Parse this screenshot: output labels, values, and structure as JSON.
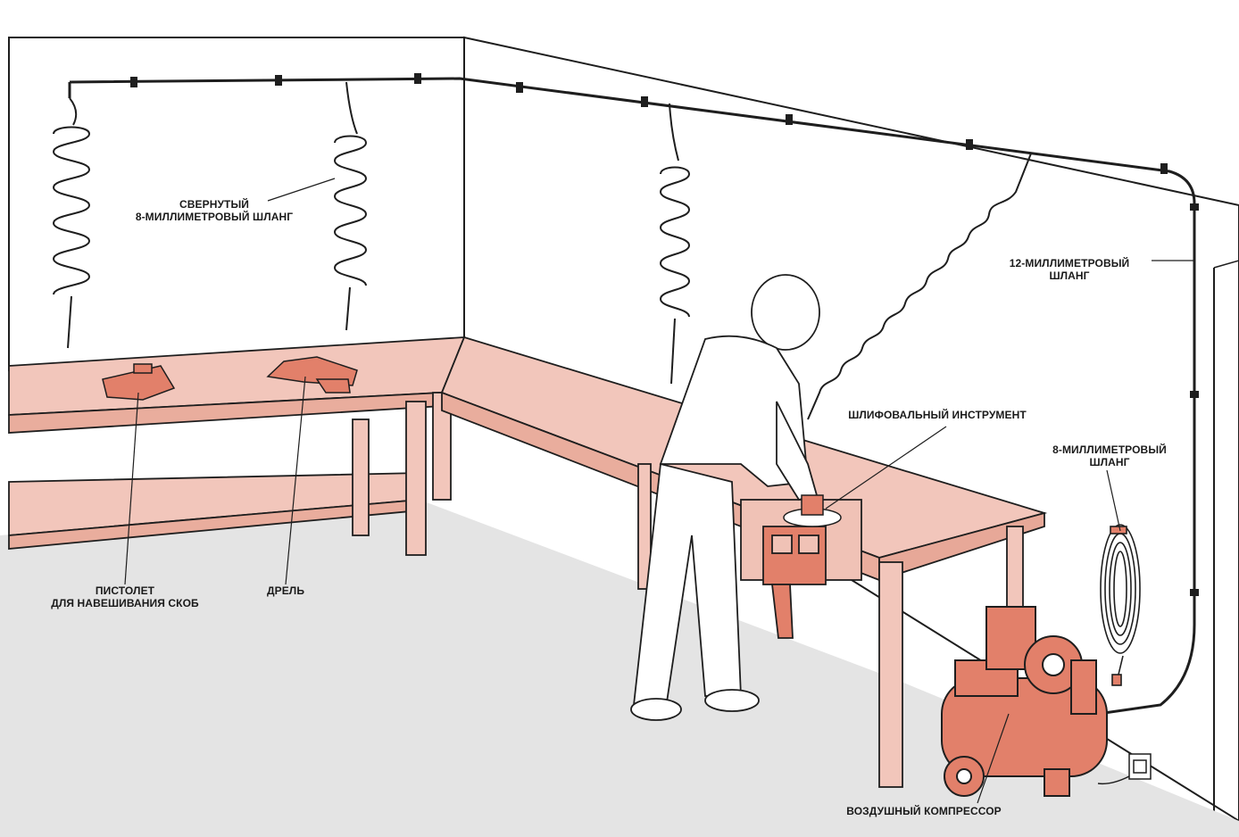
{
  "labels": {
    "coiled_hose": [
      "СВЕРНУТЫЙ",
      "8-МИЛЛИМЕТРОВЫЙ ШЛАНГ"
    ],
    "hose_12mm": [
      "12-МИЛЛИМЕТРОВЫЙ",
      "ШЛАНГ"
    ],
    "grinder": "ШЛИФОВАЛЬНЫЙ ИНСТРУМЕНТ",
    "hose_8mm": [
      "8-МИЛЛИМЕТРОВЫЙ",
      "ШЛАНГ"
    ],
    "stapler": [
      "ПИСТОЛЕТ",
      "ДЛЯ НАВЕШИВАНИЯ СКОБ"
    ],
    "drill": "ДРЕЛЬ",
    "compressor": "ВОЗДУШНЫЙ КОМПРЕССОР"
  },
  "colors": {
    "wall": "#ffffff",
    "floor": "#e4e4e4",
    "bench_top": "#f0c2b6",
    "bench_side": "#ecb4a6",
    "tool": "#e2806a",
    "outline": "#1e1e1e"
  }
}
